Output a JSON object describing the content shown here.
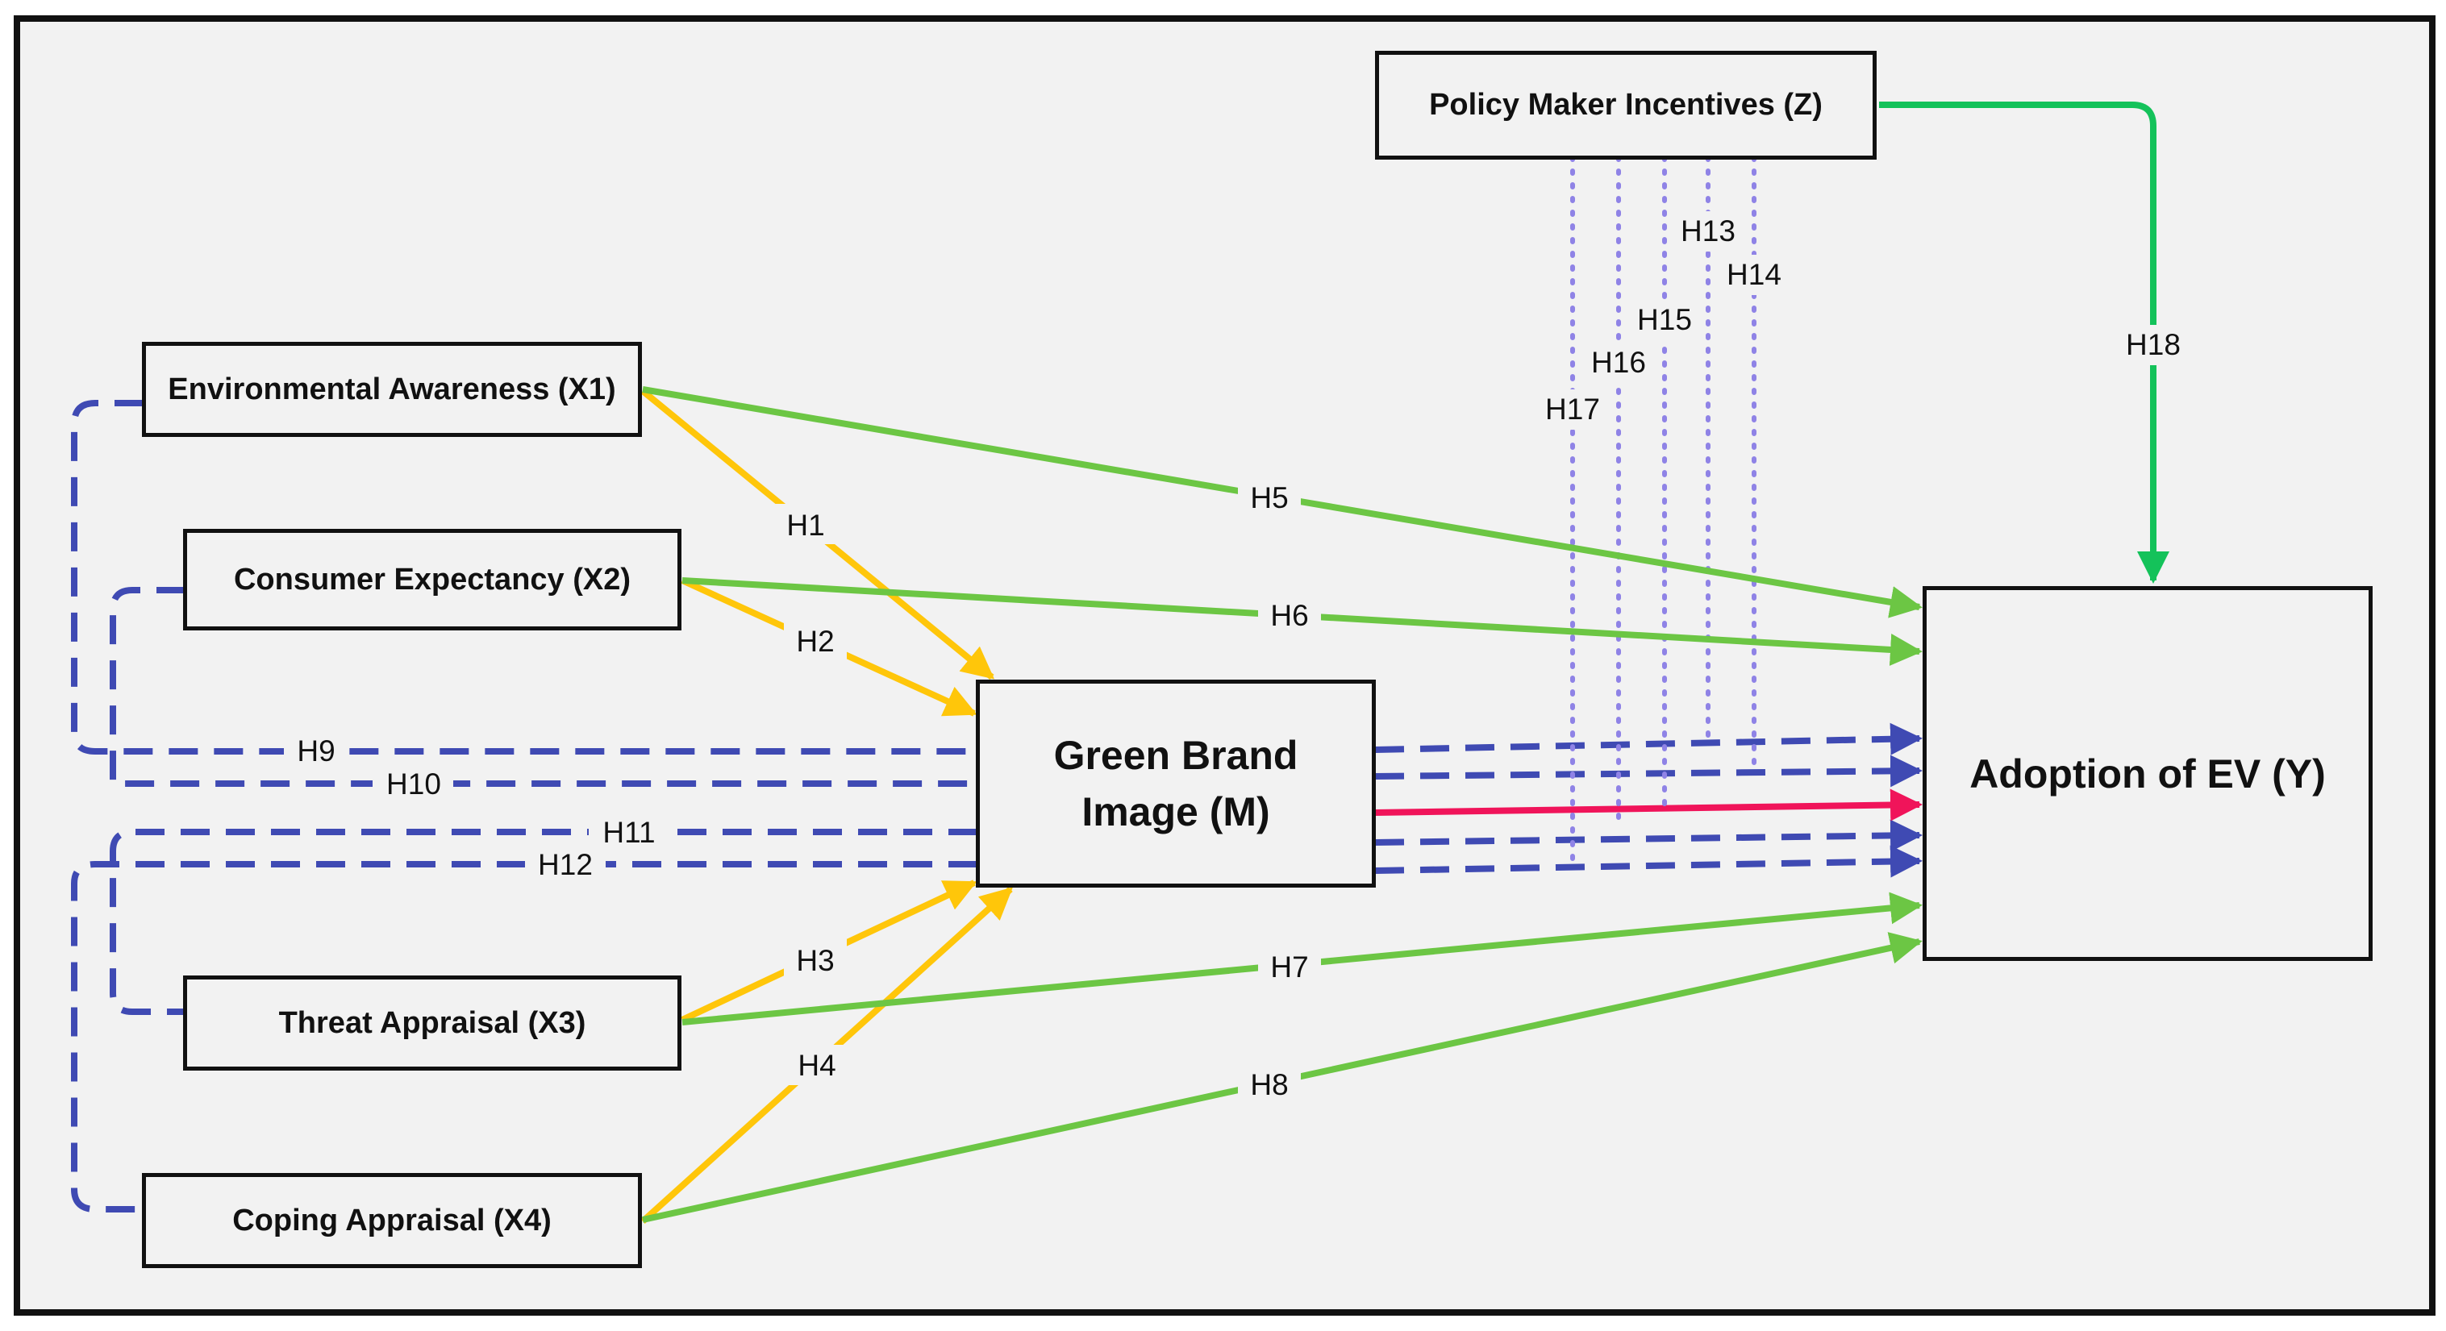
{
  "nodes": {
    "x1": "Environmental Awareness (X1)",
    "x2": "Consumer Expectancy (X2)",
    "x3": "Threat Appraisal (X3)",
    "x4": "Coping Appraisal (X4)",
    "m": "Green Brand Image (M)",
    "z": "Policy Maker Incentives (Z)",
    "y": "Adoption of EV (Y)"
  },
  "hypotheses": {
    "h1": "H1",
    "h2": "H2",
    "h3": "H3",
    "h4": "H4",
    "h5": "H5",
    "h6": "H6",
    "h7": "H7",
    "h8": "H8",
    "h9": "H9",
    "h10": "H10",
    "h11": "H11",
    "h12": "H12",
    "h13": "H13",
    "h14": "H14",
    "h15": "H15",
    "h16": "H16",
    "h17": "H17",
    "h18": "H18"
  },
  "colors": {
    "frame": "#111111",
    "background": "#f2f2f2",
    "direct_path": "#6cc644",
    "mediator_path": "#ffc60a",
    "indirect_path": "#3f4ab3",
    "moderator_dotted": "#8f83e6",
    "moderator_direct": "#14c25a",
    "mediator_to_outcome": "#f0145a"
  }
}
